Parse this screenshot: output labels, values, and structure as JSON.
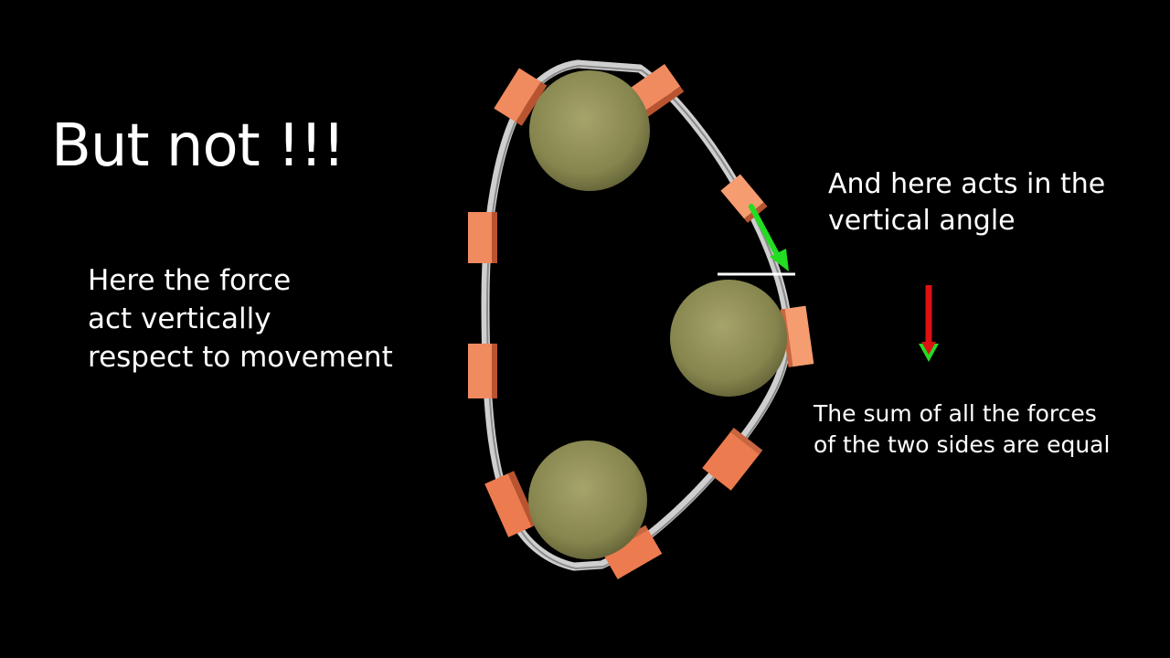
{
  "title": "But  not !!!",
  "left_note": [
    "Here the force",
    "act vertically",
    "respect to movement"
  ],
  "right_note": [
    "And here acts in the",
    "vertical angle"
  ],
  "sum_note": [
    "The sum of all the forces",
    "of the two sides are equal"
  ],
  "colors": {
    "background": "#000000",
    "track": "#c8c8c8",
    "block": "#e8734a",
    "disc": "#7e7d48",
    "force_green": "#22dd22",
    "force_red": "#dd1111",
    "reference_line": "#ffffff"
  }
}
